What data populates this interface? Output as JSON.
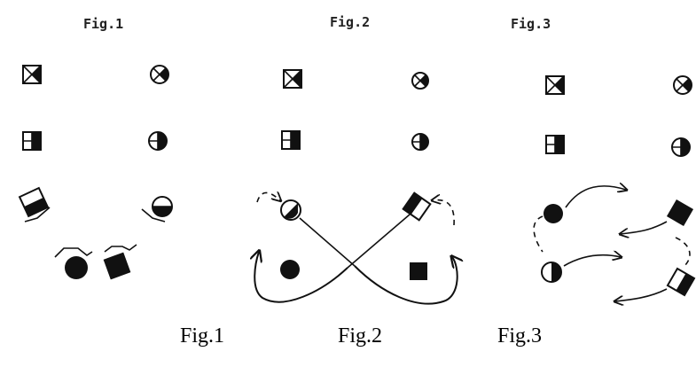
{
  "figures": [
    {
      "handwritten_label": "Fig.1",
      "caption": "Fig.1"
    },
    {
      "handwritten_label": "Fig.2",
      "caption": "Fig.2"
    },
    {
      "handwritten_label": "Fig.3",
      "caption": "Fig.3"
    }
  ],
  "colors": {
    "ink": "#111111",
    "paper": "#ffffff"
  },
  "symbols": [
    "square-cross-symbol",
    "circle-cross-symbol",
    "square-half-symbol",
    "circle-half-symbol",
    "solid-circle-symbol",
    "solid-square-symbol"
  ]
}
